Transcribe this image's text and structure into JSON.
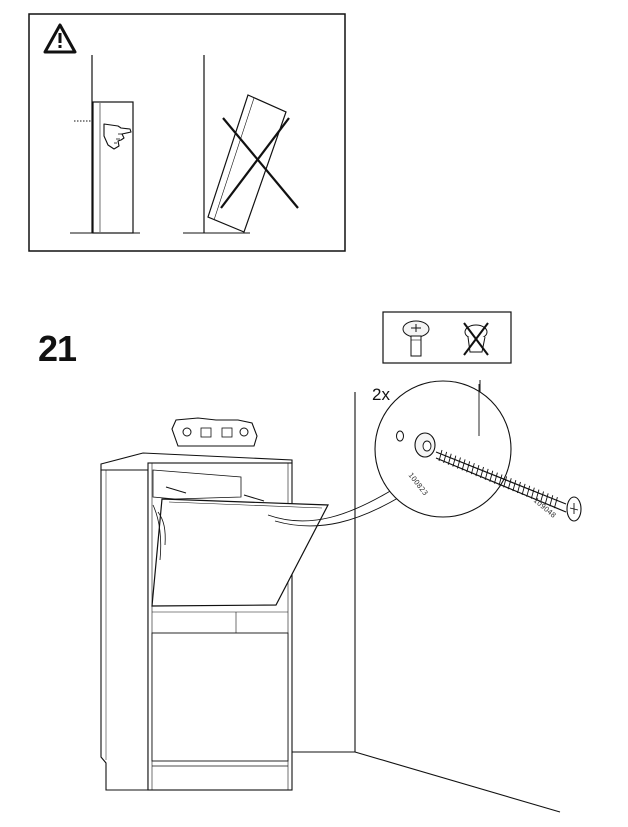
{
  "step": {
    "number": "21"
  },
  "warning": {
    "icon": "warning-triangle-icon"
  },
  "fastener_callout": {
    "quantity": "2x",
    "washer_part": "100823",
    "screw_part": "109048"
  },
  "screwdriver_hint": {
    "ok_icon": "philips-screw-head-icon",
    "no_icon": "crossed-drill-icon"
  }
}
